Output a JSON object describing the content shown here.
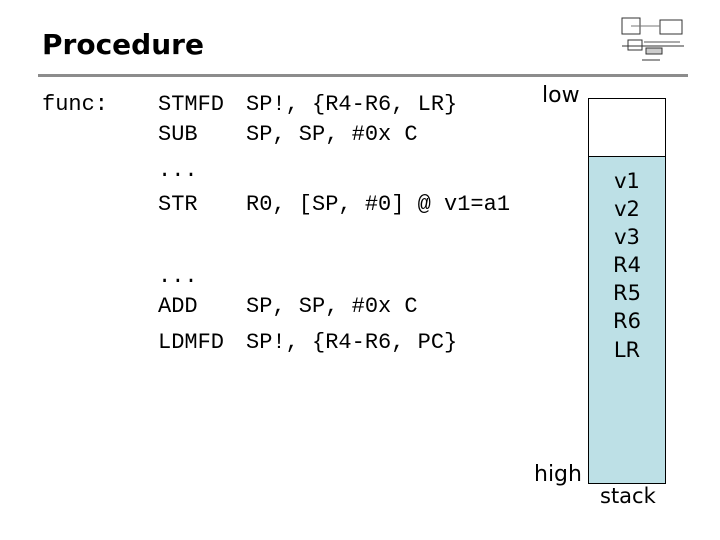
{
  "title": "Procedure",
  "code": {
    "label": "func:",
    "lines": [
      {
        "op": "STMFD",
        "args": "SP!, {R4-R6, LR}"
      },
      {
        "op": "SUB",
        "args": "SP, SP, #0x C"
      },
      {
        "op": "...",
        "args": ""
      },
      {
        "op": "STR",
        "args": "R0, [SP, #0] @ v1=a1"
      },
      {
        "op": "",
        "args": ""
      },
      {
        "op": "...",
        "args": ""
      },
      {
        "op": "ADD",
        "args": "SP, SP, #0x C"
      },
      {
        "op": "LDMFD",
        "args": "SP!, {R4-R6, PC}"
      }
    ]
  },
  "stack": {
    "low_label": "low",
    "high_label": "high",
    "caption": "stack",
    "cells": [
      "v1",
      "v2",
      "v3",
      "R4",
      "R5",
      "R6",
      "LR"
    ],
    "fill_color": "#bde0e6"
  }
}
